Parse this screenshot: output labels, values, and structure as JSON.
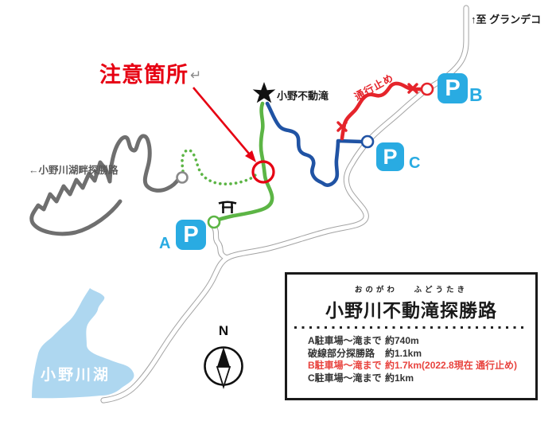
{
  "labels": {
    "caution": "注意箇所",
    "caution_mark": "↵",
    "waterfall": "小野不動滝",
    "closed": "通行止め",
    "to_grandeco": "↑至 グランデコ",
    "lakeside_trail": "←小野川湖畔探勝路",
    "lake": "小野川湖",
    "compass_north": "N"
  },
  "parking": {
    "icon_letter": "P",
    "lots": [
      {
        "id": "A"
      },
      {
        "id": "B"
      },
      {
        "id": "C"
      }
    ]
  },
  "info_box": {
    "furigana": "おのがわ ふどうたき",
    "title": "小野川不動滝探勝路",
    "rows": [
      {
        "label": "A駐車場～滝まで",
        "value": "約740m",
        "highlight": false
      },
      {
        "label": "破線部分探勝路",
        "value": "約1.1km",
        "highlight": false
      },
      {
        "label": "B駐車場～滝まで",
        "value": "約1.7km(2022.8現在 通行止め)",
        "highlight": true
      },
      {
        "label": "C駐車場～滝まで",
        "value": "約1km",
        "highlight": false
      }
    ]
  },
  "colors": {
    "parking_blue": "#29abe2",
    "trail_green": "#5cb545",
    "trail_blue": "#2053a4",
    "trail_gray": "#6f6f6f",
    "road_gray": "#a3a3a3",
    "closed_red": "#e5242b",
    "caution_red": "#e60012",
    "info_red": "#e8433e",
    "lake_blue": "#aed7f0",
    "text_gray": "#595959"
  }
}
